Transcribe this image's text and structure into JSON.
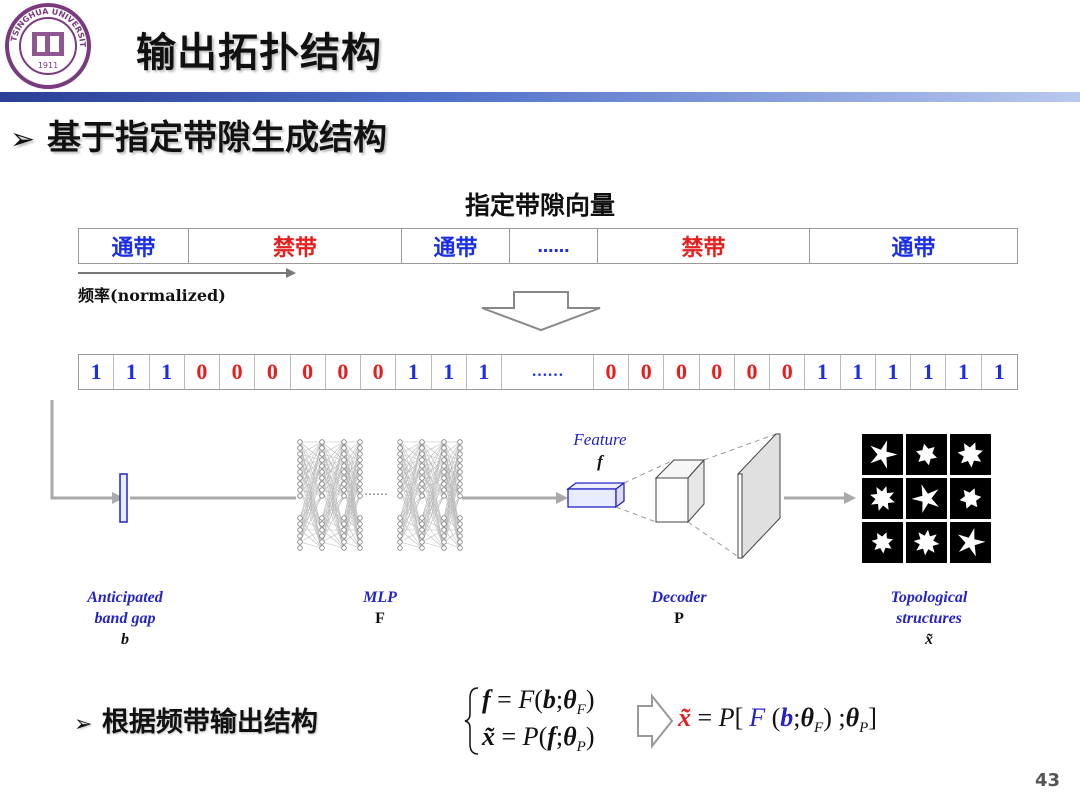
{
  "header": {
    "logo_text": "TSINGHUA UNIVERSITY",
    "logo_year": "1911",
    "title": "输出拓扑结构"
  },
  "section": {
    "subtitle": "基于指定带隙生成结构"
  },
  "band_vector": {
    "title": "指定带隙向量",
    "cells": [
      {
        "label": "通带",
        "color": "#1a2ee6"
      },
      {
        "label": "禁带",
        "color": "#e61e1e"
      },
      {
        "label": "通带",
        "color": "#1a2ee6"
      },
      {
        "label": "……",
        "color": "#1a2ee6"
      },
      {
        "label": "禁带",
        "color": "#e61e1e"
      },
      {
        "label": "通带",
        "color": "#1a2ee6"
      }
    ],
    "freq_label": "频率(normalized)"
  },
  "bit_vector": {
    "bits": [
      "1",
      "1",
      "1",
      "0",
      "0",
      "0",
      "0",
      "0",
      "0",
      "1",
      "1",
      "1",
      "……",
      "0",
      "0",
      "0",
      "0",
      "0",
      "0",
      "1",
      "1",
      "1",
      "1",
      "1",
      "1"
    ],
    "color_one": "#1a2ee6",
    "color_zero": "#e61e1e"
  },
  "pipeline": {
    "input_label": "Anticipated band gap",
    "input_label_line1": "Anticipated",
    "input_label_line2": "band gap",
    "input_symbol": "b",
    "mlp_label": "MLP",
    "mlp_symbol": "F",
    "mlp_dots": "……",
    "feature_label": "Feature",
    "feature_symbol": "f",
    "decoder_label": "Decoder",
    "decoder_symbol": "P",
    "output_label_line1": "Topological",
    "output_label_line2": "structures",
    "output_symbol": "x̃"
  },
  "bottom": {
    "bullet": "根据频带输出结构",
    "eq1": "f = F(b;θ_F)",
    "eq2": "x̃ = P(f;θ_P)",
    "eq3": "x̃ = P[F(b;θ_F);θ_P]"
  },
  "page_number": "43"
}
